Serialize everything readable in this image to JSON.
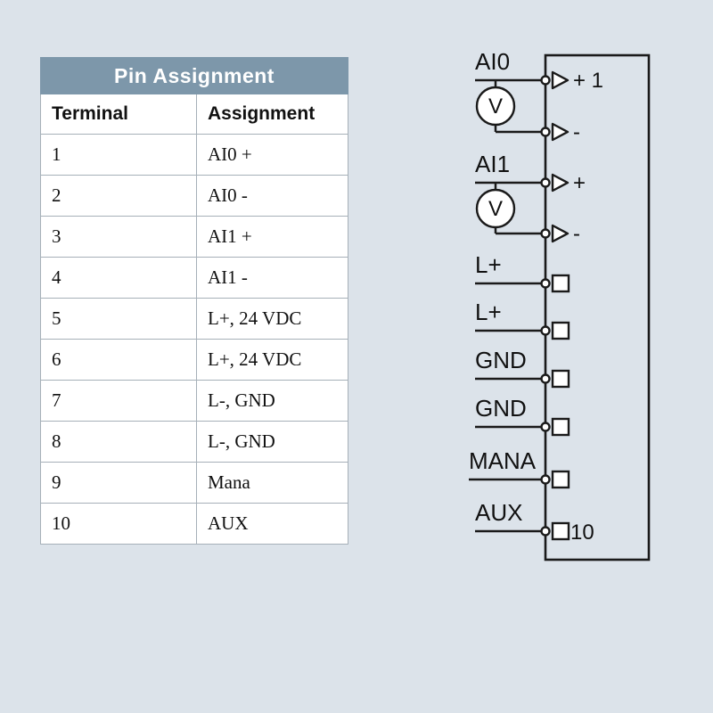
{
  "page": {
    "background_color": "#dce3ea"
  },
  "table": {
    "title": "Pin Assignment",
    "header_bg_color": "#7d97aa",
    "columns": [
      "Terminal",
      "Assignment"
    ],
    "rows": [
      [
        "1",
        "AI0 +"
      ],
      [
        "2",
        "AI0 -"
      ],
      [
        "3",
        "AI1 +"
      ],
      [
        "4",
        "AI1 -"
      ],
      [
        "5",
        "L+, 24 VDC"
      ],
      [
        "6",
        "L+, 24 VDC"
      ],
      [
        "7",
        "L-, GND"
      ],
      [
        "8",
        "L-, GND"
      ],
      [
        "9",
        "Mana"
      ],
      [
        "10",
        "AUX"
      ]
    ]
  },
  "diagram": {
    "analog_inputs": [
      {
        "label": "AI0",
        "source_symbol": "V",
        "plus_terminal": "+ 1",
        "minus_terminal": "-"
      },
      {
        "label": "AI1",
        "source_symbol": "V",
        "plus_terminal": "+",
        "minus_terminal": "-"
      }
    ],
    "power_terminals": [
      {
        "label": "L+"
      },
      {
        "label": "L+"
      },
      {
        "label": "GND"
      },
      {
        "label": "GND"
      },
      {
        "label": "MANA"
      },
      {
        "label": "AUX",
        "pin_number": "10"
      }
    ]
  }
}
